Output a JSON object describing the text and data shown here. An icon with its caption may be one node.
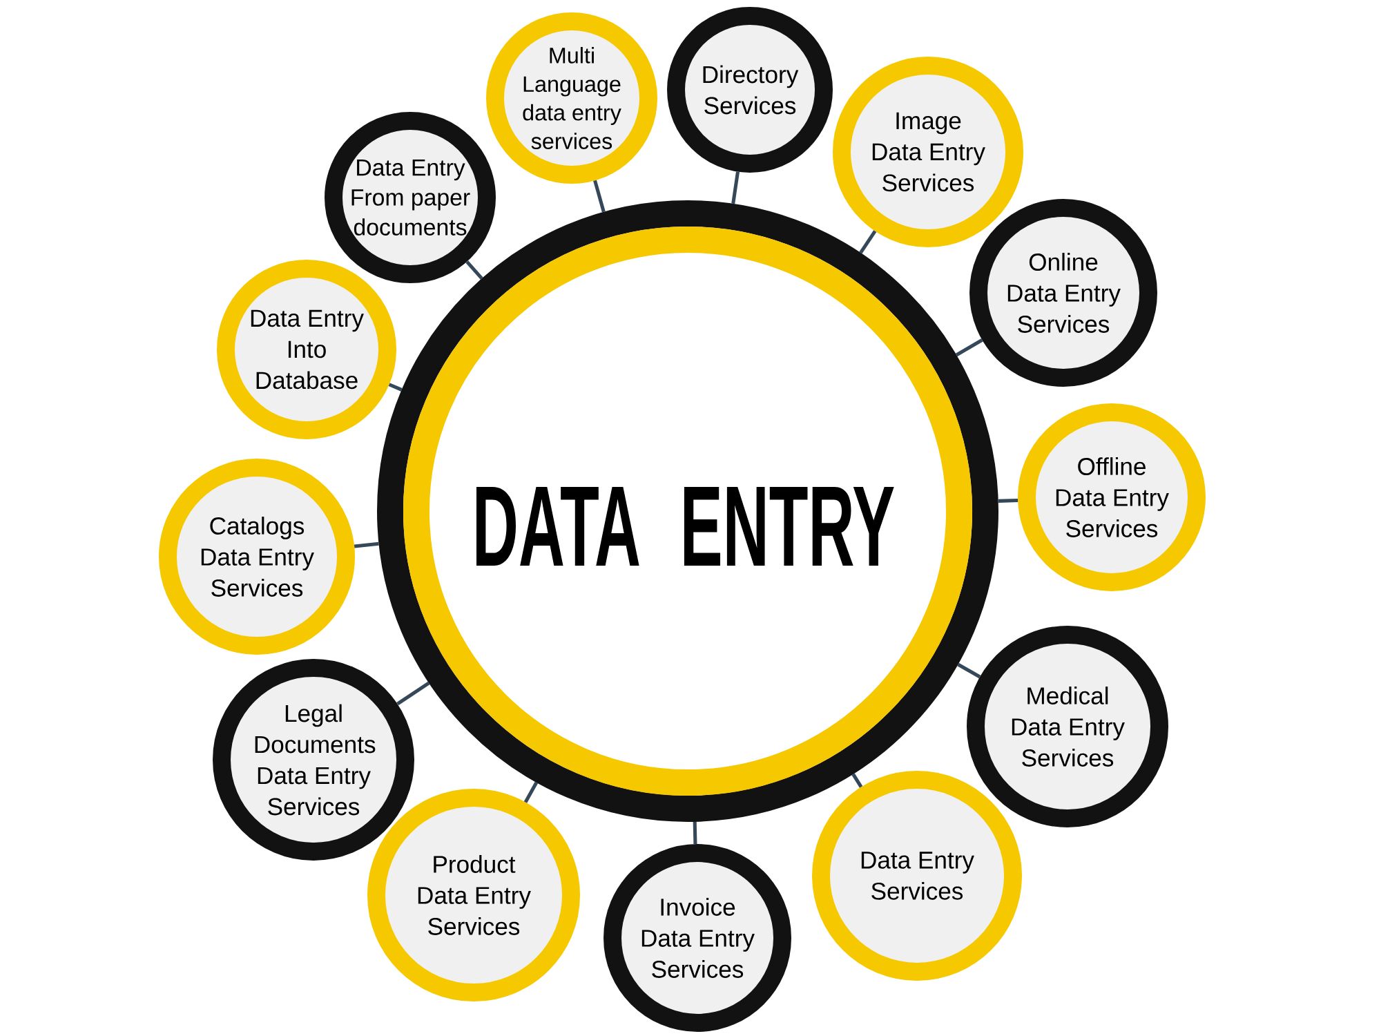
{
  "diagram": {
    "nodes": [
      {
        "text": [
          "DATA ENTRY"
        ]
      },
      {
        "text": [
          "Multi Language data entry services"
        ]
      },
      {
        "text": [
          "Directory Services"
        ]
      },
      {
        "text": [
          "Image Data Entry Services"
        ]
      },
      {
        "text": [
          "Online Data Entry Services"
        ]
      },
      {
        "text": [
          "Offline Data Entry Services"
        ]
      },
      {
        "text": [
          "Medical Data Entry Services"
        ]
      },
      {
        "text": [
          "Data Entry Services"
        ]
      },
      {
        "text": [
          "Invoice Data Entry Services"
        ]
      },
      {
        "text": [
          "Product Data Entry Services"
        ]
      },
      {
        "text": [
          "Legal Documents Data Entry Services"
        ]
      },
      {
        "text": [
          "Catalogs Data Entry Services"
        ]
      },
      {
        "text": [
          "Data Entry Into Database"
        ]
      },
      {
        "text": [
          "Data Entry From paper documents"
        ]
      }
    ],
    "edges": [
      {
        "from": 0,
        "to": 1,
        "arrow": "none"
      },
      {
        "from": 0,
        "to": 2,
        "arrow": "none"
      },
      {
        "from": 0,
        "to": 3,
        "arrow": "none"
      },
      {
        "from": 0,
        "to": 4,
        "arrow": "none"
      },
      {
        "from": 0,
        "to": 5,
        "arrow": "none"
      },
      {
        "from": 0,
        "to": 6,
        "arrow": "none"
      },
      {
        "from": 0,
        "to": 7,
        "arrow": "none"
      },
      {
        "from": 0,
        "to": 8,
        "arrow": "none"
      },
      {
        "from": 0,
        "to": 9,
        "arrow": "none"
      },
      {
        "from": 0,
        "to": 10,
        "arrow": "none"
      },
      {
        "from": 0,
        "to": 11,
        "arrow": "none"
      },
      {
        "from": 0,
        "to": 12,
        "arrow": "none"
      },
      {
        "from": 0,
        "to": 13,
        "arrow": "none"
      }
    ]
  }
}
